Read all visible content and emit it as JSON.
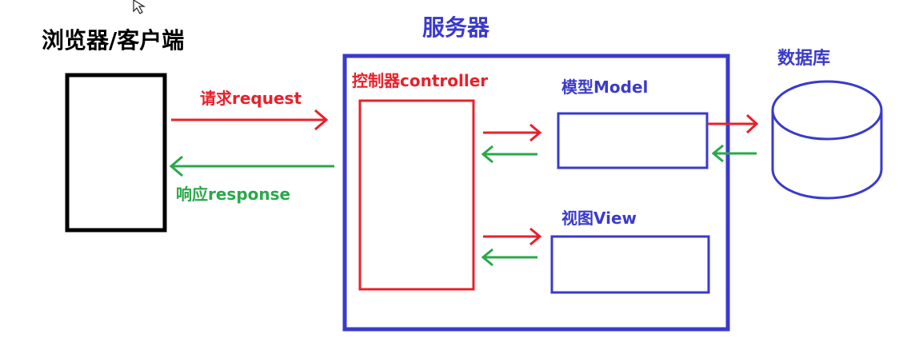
{
  "client": {
    "title": "浏览器/客户端"
  },
  "server": {
    "title": "服务器"
  },
  "database": {
    "title": "数据库"
  },
  "controller": {
    "label": "控制器controller"
  },
  "model": {
    "label": "模型Model"
  },
  "view": {
    "label": "视图View"
  },
  "request": {
    "label": "请求request"
  },
  "response": {
    "label": "响应response"
  },
  "icons": {
    "cursor": "mouse-pointer-icon"
  },
  "colors": {
    "black": "#000000",
    "server_blue": "#3a3acc",
    "request_red": "#e8202a",
    "response_green": "#2aa84a"
  }
}
